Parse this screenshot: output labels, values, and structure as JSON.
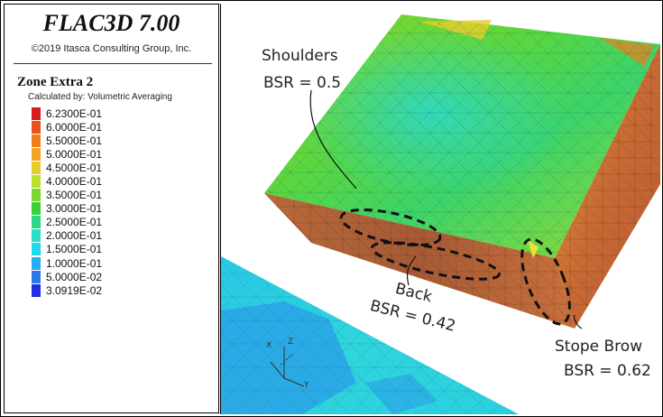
{
  "app": {
    "title": "FLAC3D 7.00",
    "copyright": "©2019 Itasca Consulting Group, Inc."
  },
  "legend": {
    "plot_title": "Zone Extra 2",
    "calculated_by": "Calculated by: Volumetric Averaging",
    "entries": [
      {
        "label": "6.2300E-01",
        "color": "#d81e1e"
      },
      {
        "label": "6.0000E-01",
        "color": "#e8501c"
      },
      {
        "label": "5.5000E-01",
        "color": "#f07c1e"
      },
      {
        "label": "5.0000E-01",
        "color": "#f2a526"
      },
      {
        "label": "4.5000E-01",
        "color": "#e8cc2c"
      },
      {
        "label": "4.0000E-01",
        "color": "#b9e02e"
      },
      {
        "label": "3.5000E-01",
        "color": "#7ad82e"
      },
      {
        "label": "3.0000E-01",
        "color": "#3ccf3a"
      },
      {
        "label": "2.5000E-01",
        "color": "#2ad88a"
      },
      {
        "label": "2.0000E-01",
        "color": "#28e0c6"
      },
      {
        "label": "1.5000E-01",
        "color": "#22d8ee"
      },
      {
        "label": "1.0000E-01",
        "color": "#28aef0"
      },
      {
        "label": "5.0000E-02",
        "color": "#2a78e6"
      },
      {
        "label": "3.0919E-02",
        "color": "#1e2ee0"
      }
    ]
  },
  "annotations": {
    "shoulders_title": "Shoulders",
    "shoulders_value": "BSR = 0.5",
    "back_title": "Back",
    "back_value": "BSR = 0.42",
    "brow_title": "Stope Brow",
    "brow_value": "BSR = 0.62"
  },
  "axes": {
    "x": "X",
    "y": "Y",
    "z": "Z"
  }
}
